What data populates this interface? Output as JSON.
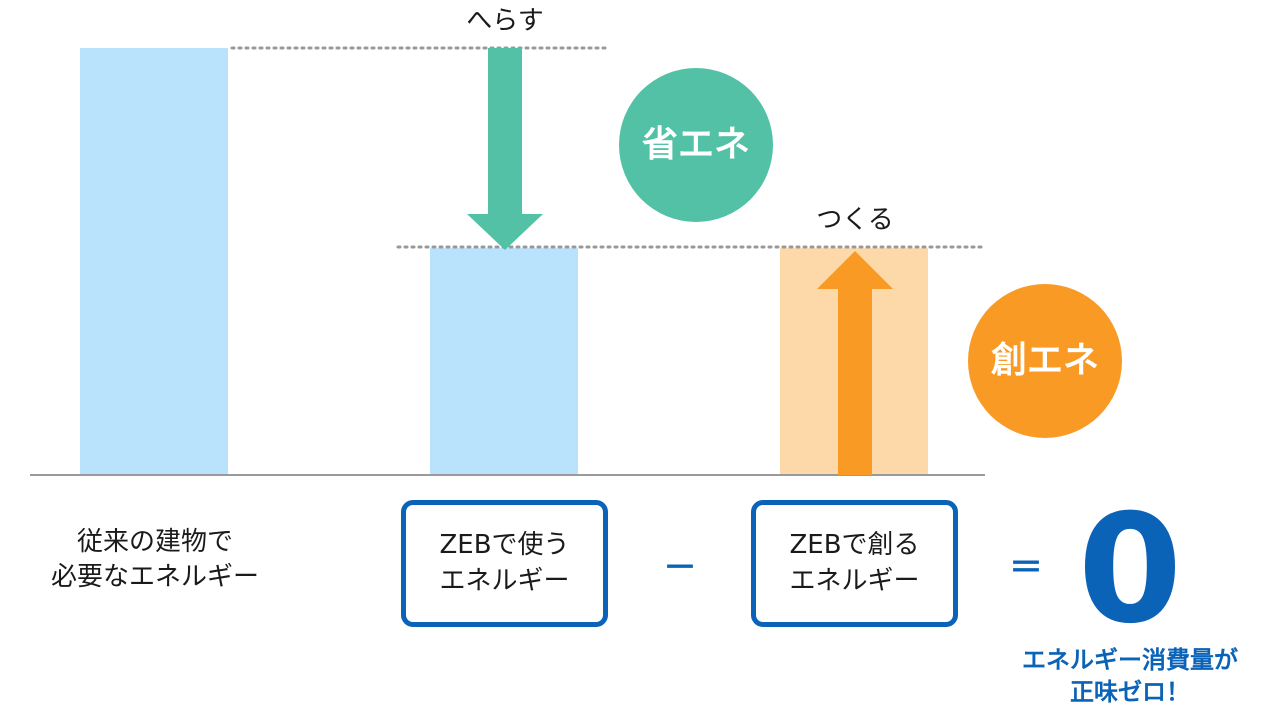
{
  "labels": {
    "reduce": "へらす",
    "create": "つくる",
    "conventional_line1": "従来の建物で",
    "conventional_line2": "必要なエネルギー",
    "zeb_use_line1": "ZEBで使う",
    "zeb_use_line2": "エネルギー",
    "zeb_create_line1": "ZEBで創る",
    "zeb_create_line2": "エネルギー",
    "minus": "－",
    "equals": "＝",
    "zero": "0",
    "result_line1": "エネルギー消費量が",
    "result_line2": "正味ゼロ！",
    "energy_saving": "省エネ",
    "energy_creation": "創エネ"
  },
  "colors": {
    "bar_blue": "#b9e3fc",
    "bar_orange": "#fdd9aa",
    "arrow_green": "#52c1a5",
    "arrow_orange": "#f99a24",
    "accent_blue": "#0b63b8",
    "dotted_line": "#999999",
    "baseline": "#9a9a9a"
  },
  "icons": {
    "down_arrow": "down-arrow-icon",
    "up_arrow": "up-arrow-icon"
  }
}
